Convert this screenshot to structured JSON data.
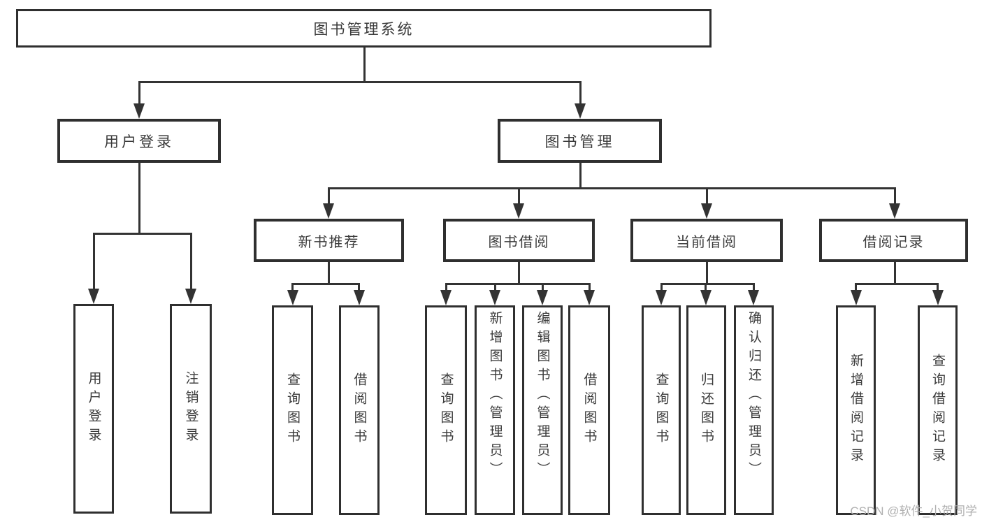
{
  "diagram": {
    "title": "图书管理系统",
    "tree": {
      "root": {
        "label": "图书管理系统"
      },
      "branches": [
        {
          "label": "用户登录",
          "children": [
            {
              "label": "用户登录"
            },
            {
              "label": "注销登录"
            }
          ]
        },
        {
          "label": "图书管理",
          "children": [
            {
              "label": "新书推荐",
              "children": [
                {
                  "label": "查询图书"
                },
                {
                  "label": "借阅图书"
                }
              ]
            },
            {
              "label": "图书借阅",
              "children": [
                {
                  "label": "查询图书"
                },
                {
                  "label": "新增图书（管理员）"
                },
                {
                  "label": "编辑图书（管理员）"
                },
                {
                  "label": "借阅图书"
                }
              ]
            },
            {
              "label": "当前借阅",
              "children": [
                {
                  "label": "查询图书"
                },
                {
                  "label": "归还图书"
                },
                {
                  "label": "确认归还（管理员）"
                }
              ]
            },
            {
              "label": "借阅记录",
              "children": [
                {
                  "label": "新增借阅记录"
                },
                {
                  "label": "查询借阅记录"
                }
              ]
            }
          ]
        }
      ]
    },
    "colors": {
      "line": "#333333",
      "border": "#2f2f2f",
      "text": "#3a3a3a",
      "background": "#ffffff",
      "watermark_text_color": "#b0b0b0"
    }
  },
  "watermark": {
    "text": "CSDN @软件_小贺同学"
  }
}
